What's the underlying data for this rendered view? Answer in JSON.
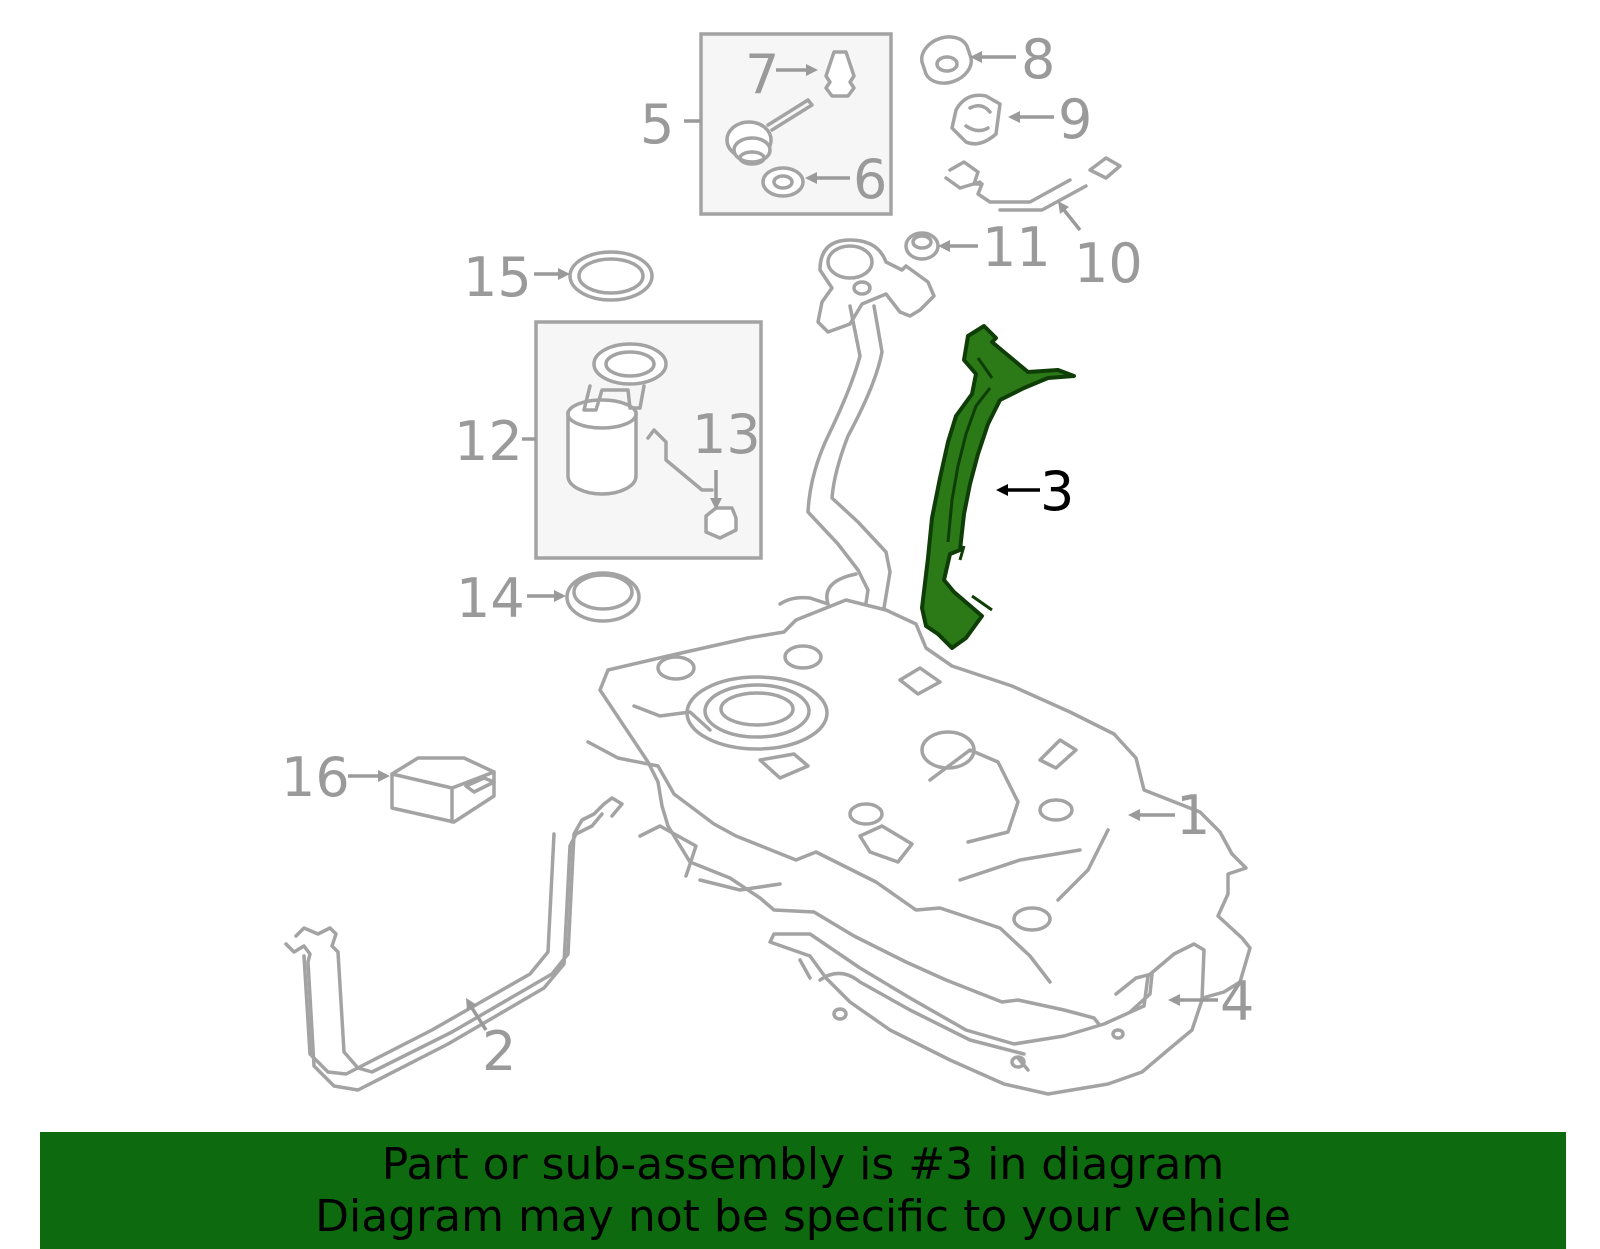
{
  "colors": {
    "highlight_fill": "#2b7a17",
    "highlight_stroke": "#0f3d06",
    "part_stroke": "#a3a3a3",
    "label": "#9a9a9a",
    "banner_bg": "#0e6a0e",
    "banner_text": "#000000"
  },
  "highlighted_part": "3",
  "callouts": {
    "c1": "1",
    "c2": "2",
    "c3": "3",
    "c4": "4",
    "c5": "5",
    "c6": "6",
    "c7": "7",
    "c8": "8",
    "c9": "9",
    "c10": "10",
    "c11": "11",
    "c12": "12",
    "c13": "13",
    "c14": "14",
    "c15": "15",
    "c16": "16"
  },
  "banner": {
    "line1": "Part or sub-assembly is #3 in diagram",
    "line2": "Diagram may not be specific to your vehicle"
  }
}
